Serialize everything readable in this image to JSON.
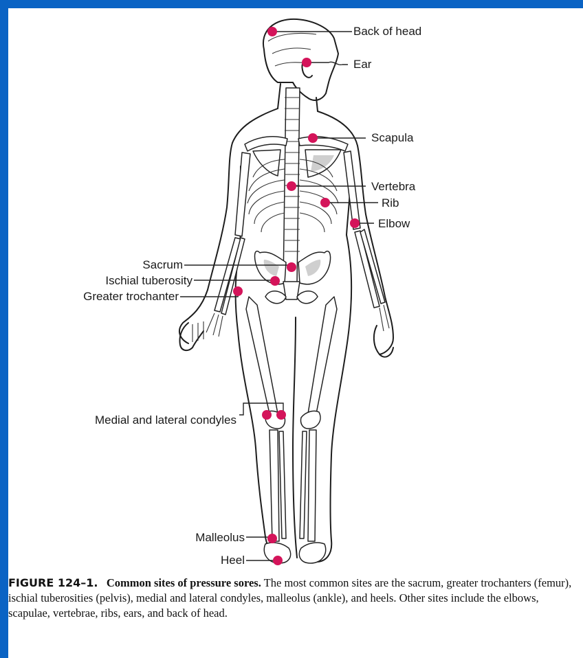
{
  "labels": {
    "back_of_head": "Back of head",
    "ear": "Ear",
    "scapula": "Scapula",
    "vertebra": "Vertebra",
    "rib": "Rib",
    "elbow": "Elbow",
    "sacrum": "Sacrum",
    "ischial_tuberosity": "Ischial tuberosity",
    "greater_trochanter": "Greater trochanter",
    "condyles": "Medial and lateral condyles",
    "malleolus": "Malleolus",
    "heel": "Heel"
  },
  "caption": {
    "figure_label": "FIGURE 124–1.",
    "title": "Common sites of pressure sores.",
    "text": "The most common sites are the sacrum, greater trochanters (femur), ischial tuberosities (pelvis), medial and lateral condyles, malleolus (ankle), and heels. Other sites include the elbows, scapulae, vertebrae, ribs, ears, and back of head."
  },
  "colors": {
    "frame": "#0a63c4",
    "marker": "#d4145a"
  }
}
